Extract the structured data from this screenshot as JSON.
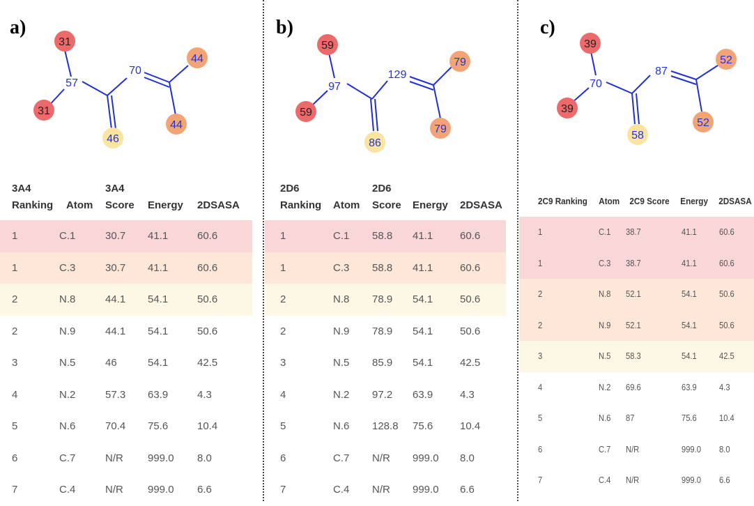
{
  "panels": [
    {
      "label": "a)",
      "molecule": {
        "left_top": "31",
        "left_bottom": "31",
        "center_left": "57",
        "double_bond": "70",
        "bottom": "46",
        "right_top": "44",
        "right_bottom": "44"
      },
      "headers": {
        "ranking_top": "3A4",
        "ranking_bottom": "Ranking",
        "atom": "Atom",
        "score_top": "3A4",
        "score_bottom": "Score",
        "energy": "Energy",
        "sasa": "2DSASA"
      },
      "rows": [
        [
          "1",
          "C.1",
          "30.7",
          "41.1",
          "60.6"
        ],
        [
          "1",
          "C.3",
          "30.7",
          "41.1",
          "60.6"
        ],
        [
          "2",
          "N.8",
          "44.1",
          "54.1",
          "50.6"
        ],
        [
          "2",
          "N.9",
          "44.1",
          "54.1",
          "50.6"
        ],
        [
          "3",
          "N.5",
          "46",
          "54.1",
          "42.5"
        ],
        [
          "4",
          "N.2",
          "57.3",
          "63.9",
          "4.3"
        ],
        [
          "5",
          "N.6",
          "70.4",
          "75.6",
          "10.4"
        ],
        [
          "6",
          "C.7",
          "N/R",
          "999.0",
          "8.0"
        ],
        [
          "7",
          "C.4",
          "N/R",
          "999.0",
          "6.6"
        ]
      ]
    },
    {
      "label": "b)",
      "molecule": {
        "left_top": "59",
        "left_bottom": "59",
        "center_left": "97",
        "double_bond": "129",
        "bottom": "86",
        "right_top": "79",
        "right_bottom": "79"
      },
      "headers": {
        "ranking_top": "2D6",
        "ranking_bottom": "Ranking",
        "atom": "Atom",
        "score_top": "2D6",
        "score_bottom": "Score",
        "energy": "Energy",
        "sasa": "2DSASA"
      },
      "rows": [
        [
          "1",
          "C.1",
          "58.8",
          "41.1",
          "60.6"
        ],
        [
          "1",
          "C.3",
          "58.8",
          "41.1",
          "60.6"
        ],
        [
          "2",
          "N.8",
          "78.9",
          "54.1",
          "50.6"
        ],
        [
          "2",
          "N.9",
          "78.9",
          "54.1",
          "50.6"
        ],
        [
          "3",
          "N.5",
          "85.9",
          "54.1",
          "42.5"
        ],
        [
          "4",
          "N.2",
          "97.2",
          "63.9",
          "4.3"
        ],
        [
          "5",
          "N.6",
          "128.8",
          "75.6",
          "10.4"
        ],
        [
          "6",
          "C.7",
          "N/R",
          "999.0",
          "8.0"
        ],
        [
          "7",
          "C.4",
          "N/R",
          "999.0",
          "6.6"
        ]
      ]
    },
    {
      "label": "c)",
      "molecule": {
        "left_top": "39",
        "left_bottom": "39",
        "center_left": "70",
        "double_bond": "87",
        "bottom": "58",
        "right_top": "52",
        "right_bottom": "52"
      },
      "headers": {
        "ranking": "2C9 Ranking",
        "atom": "Atom",
        "score": "2C9 Score",
        "energy": "Energy",
        "sasa": "2DSASA"
      },
      "rows": [
        [
          "1",
          "C.1",
          "38.7",
          "41.1",
          "60.6"
        ],
        [
          "1",
          "C.3",
          "38.7",
          "41.1",
          "60.6"
        ],
        [
          "2",
          "N.8",
          "52.1",
          "54.1",
          "50.6"
        ],
        [
          "2",
          "N.9",
          "52.1",
          "54.1",
          "50.6"
        ],
        [
          "3",
          "N.5",
          "58.3",
          "54.1",
          "42.5"
        ],
        [
          "4",
          "N.2",
          "69.6",
          "63.9",
          "4.3"
        ],
        [
          "5",
          "N.6",
          "87",
          "75.6",
          "10.4"
        ],
        [
          "6",
          "C.7",
          "N/R",
          "999.0",
          "8.0"
        ],
        [
          "7",
          "C.4",
          "N/R",
          "999.0",
          "6.6"
        ]
      ]
    }
  ],
  "colors": {
    "rank1": "#f9d6d8",
    "rank2": "#fce7d8",
    "rank3": "#fdf7e6",
    "atom_red": "#ec6a6a",
    "atom_orange": "#f2a477",
    "atom_yellow": "#fbe3a0",
    "bond": "#1f2fd4",
    "label_blue": "#2233dd"
  }
}
